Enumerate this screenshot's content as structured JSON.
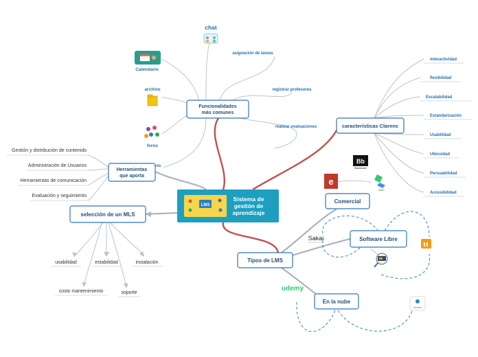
{
  "central": {
    "title_lines": [
      "Sistema de",
      "gestión de",
      "aprendizaje"
    ],
    "badge": "LMS"
  },
  "funcionalidades": {
    "title_lines": [
      "Funcionalidades",
      "más comunes"
    ],
    "items": {
      "chat": "chat",
      "calendario": "Calendario",
      "archivo": "archivo",
      "foros": "foros",
      "asignacion": "asignación de tareas",
      "registrar": "registrar profesores",
      "evaluaciones": "realizar evaluaciones",
      "cursos": "asignar cursos"
    }
  },
  "caracteristicas": {
    "title": "características Clarenc",
    "items": [
      "interactividad",
      "flexibilidad",
      "Escalabilidad",
      "Estandarización",
      "Usabilidad",
      "Ubicuidad",
      "Persuabilidad",
      "Accesibilidad"
    ]
  },
  "herramientas": {
    "title_lines": [
      "Herramientas",
      "que aporta"
    ],
    "items": [
      "Gestión y distribución de contenido",
      "Administración de Usuarios",
      "Herramientas de comunicación",
      "Evaluación y seguimiento"
    ]
  },
  "seleccion": {
    "title": "selección de un MLS",
    "items": [
      "usabilidad",
      "estabilidad",
      "instalación",
      "costo mantenimiento",
      "soporte"
    ]
  },
  "tipos": {
    "title": "Tipos de LMS",
    "comercial": "Comercial",
    "libre": "Software Libre",
    "nube": "En la nube",
    "logos": {
      "blackboard": "Blackboard",
      "sakai": "Sakai",
      "udemy": "udemy",
      "edmodo": "edmodo",
      "saba": "SABA"
    }
  },
  "colors": {
    "accent": "#2e75b6",
    "central": "#1e9fbf",
    "red_link": "#c0504d"
  }
}
